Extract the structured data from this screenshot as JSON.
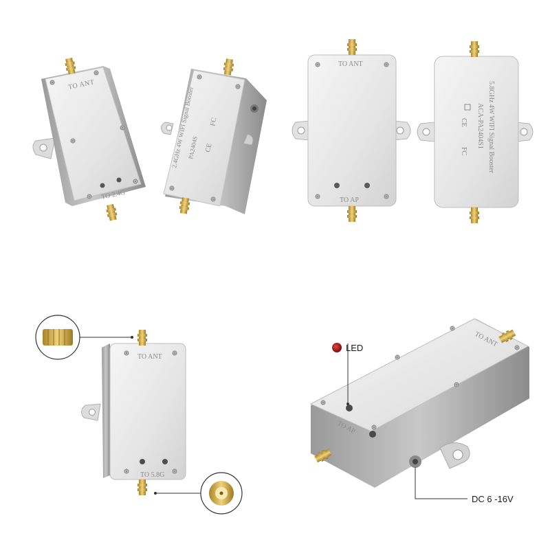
{
  "labels": {
    "to_ant": "TO ANT",
    "to_ap": "TO AP",
    "to_24g": "TO 2.4G",
    "to_58g": "TO 5.8G",
    "led": "LED",
    "dc": "DC 6 -16V",
    "model_title": "5.8GHz 4W WIFI Signal Booster",
    "model_number": "ACA-PA2404S1",
    "model_title_24": "2.4GHz 4W WIFI Signal Booster",
    "model_number_24": "PA2404S",
    "cert_ce": "CE",
    "cert_fc": "FC"
  },
  "colors": {
    "housing": "#e8e8e8",
    "housing_edge": "#bcbcbc",
    "connector_gold": "#d8b24a",
    "led_red": "#b31212",
    "callout_line": "#333333"
  }
}
